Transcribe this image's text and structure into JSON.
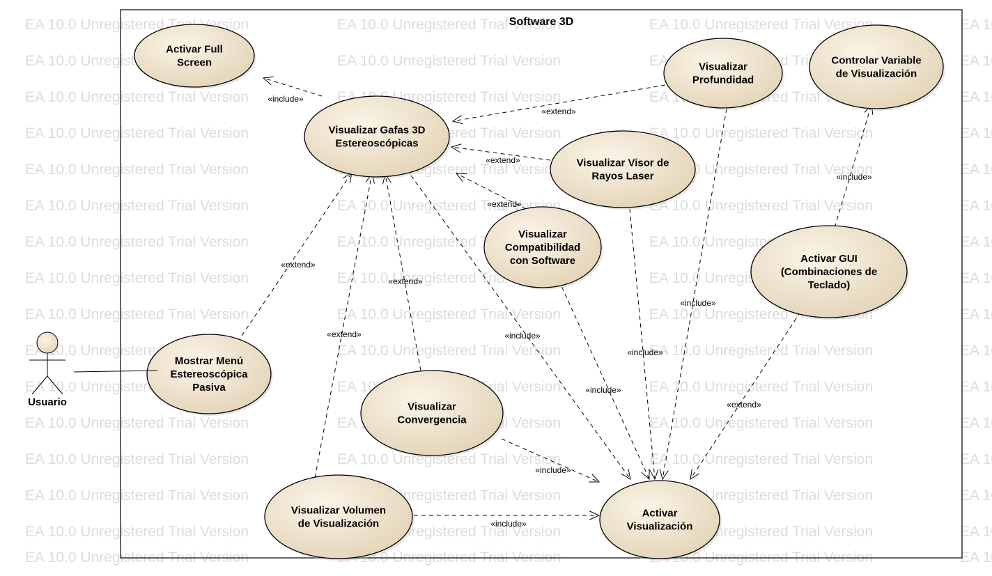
{
  "watermark": "EA 10.0 Unregistered Trial Version",
  "system": {
    "title": "Software 3D"
  },
  "actor": {
    "name": "Usuario"
  },
  "usecases": [
    {
      "id": "full",
      "lines": [
        "Activar Full",
        "Screen"
      ]
    },
    {
      "id": "gafas",
      "lines": [
        "Visualizar Gafas 3D",
        "Estereoscópicas"
      ]
    },
    {
      "id": "prof",
      "lines": [
        "Visualizar",
        "Profundidad"
      ]
    },
    {
      "id": "control",
      "lines": [
        "Controlar Variable",
        "de Visualización"
      ]
    },
    {
      "id": "laser",
      "lines": [
        "Visualizar Visor de",
        "Rayos Laser"
      ]
    },
    {
      "id": "compat",
      "lines": [
        "Visualizar",
        "Compatibilidad",
        "con Software"
      ]
    },
    {
      "id": "gui",
      "lines": [
        "Activar GUI",
        "(Combinaciones de",
        "Teclado)"
      ]
    },
    {
      "id": "menu",
      "lines": [
        "Mostrar Menú",
        "Estereoscópica",
        "Pasiva"
      ]
    },
    {
      "id": "conv",
      "lines": [
        "Visualizar",
        "Convergencia"
      ]
    },
    {
      "id": "volumen",
      "lines": [
        "Visualizar Volumen",
        "de Visualización"
      ]
    },
    {
      "id": "activar",
      "lines": [
        "Activar",
        "Visualización"
      ]
    }
  ],
  "relations": [
    {
      "id": "gafas-full",
      "label": "«include»"
    },
    {
      "id": "prof-gafas",
      "label": "«extend»"
    },
    {
      "id": "laser-gafas",
      "label": "«extend»"
    },
    {
      "id": "compat-gafas",
      "label": "«extend»"
    },
    {
      "id": "menu-gafas",
      "label": "«extend»"
    },
    {
      "id": "volumen-gafas",
      "label": "«extend»"
    },
    {
      "id": "conv-gafas",
      "label": "«extend»"
    },
    {
      "id": "gafas-activar",
      "label": "«include»"
    },
    {
      "id": "compat-activar",
      "label": "«include»"
    },
    {
      "id": "laser-activar",
      "label": "«include»"
    },
    {
      "id": "prof-activar",
      "label": "«include»"
    },
    {
      "id": "gui-control",
      "label": "«include»"
    },
    {
      "id": "gui-activar",
      "label": "«extend»"
    },
    {
      "id": "conv-activar",
      "label": "«include»"
    },
    {
      "id": "volumen-activar",
      "label": "«include»"
    }
  ],
  "colors": {
    "usecase_fill_light": "#fbf4e8",
    "usecase_fill_dark": "#e2d2b4",
    "usecase_stroke": "#000000",
    "watermark": "#dcdcdc",
    "line": "#000000"
  }
}
